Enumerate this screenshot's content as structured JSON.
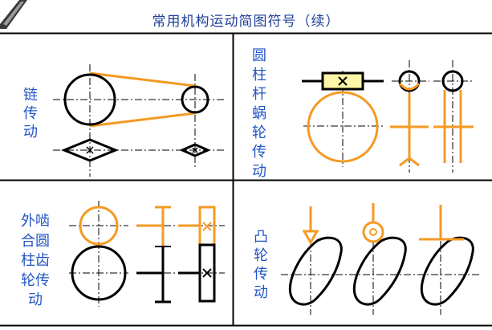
{
  "title": "常用机构运动简图符号（续）",
  "labels": {
    "chain": [
      "链",
      "传",
      "动"
    ],
    "worm": [
      "圆",
      "柱",
      "杆",
      "蜗",
      "轮",
      "传",
      "动"
    ],
    "gear": [
      "外啮",
      "合圆",
      "柱齿",
      "轮传",
      "动"
    ],
    "cam": [
      "凸",
      "轮",
      "传",
      "动"
    ]
  },
  "colors": {
    "line": "#000000",
    "accent": "#f59a23",
    "label": "#2255c4",
    "title": "#1f3f99",
    "slider_fill": "#fff7a8"
  }
}
